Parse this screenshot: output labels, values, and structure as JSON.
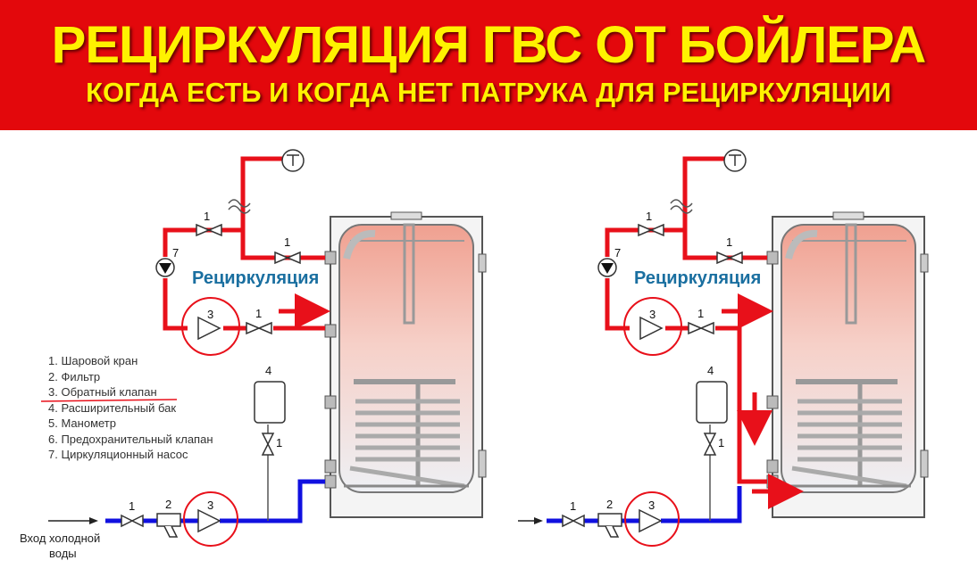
{
  "header": {
    "title": "РЕЦИРКУЛЯЦИЯ ГВС ОТ БОЙЛЕРА",
    "subtitle": "КОГДА ЕСТЬ И КОГДА НЕТ ПАТРУКА ДЛЯ  РЕЦИРКУЛЯЦИИ"
  },
  "diagrams": {
    "recirc_label": "Рециркуляция",
    "num_1": "1",
    "num_2": "2",
    "num_3": "3",
    "num_4": "4",
    "num_7": "7"
  },
  "legend": {
    "items": [
      "1. Шаровой кран",
      "2. Фильтр",
      "3. Обратный клапан",
      "4. Расширительный бак",
      "5. Манометр",
      "6. Предохранительный клапан",
      "7. Циркуляционный насос"
    ]
  },
  "inlet": {
    "line1": "Вход холодной",
    "line2": "воды"
  },
  "colors": {
    "banner": "#e3080c",
    "title": "#fff200",
    "hot_pipe": "#e8101a",
    "cold_pipe": "#1010e0",
    "label_blue": "#1a6fa0"
  }
}
